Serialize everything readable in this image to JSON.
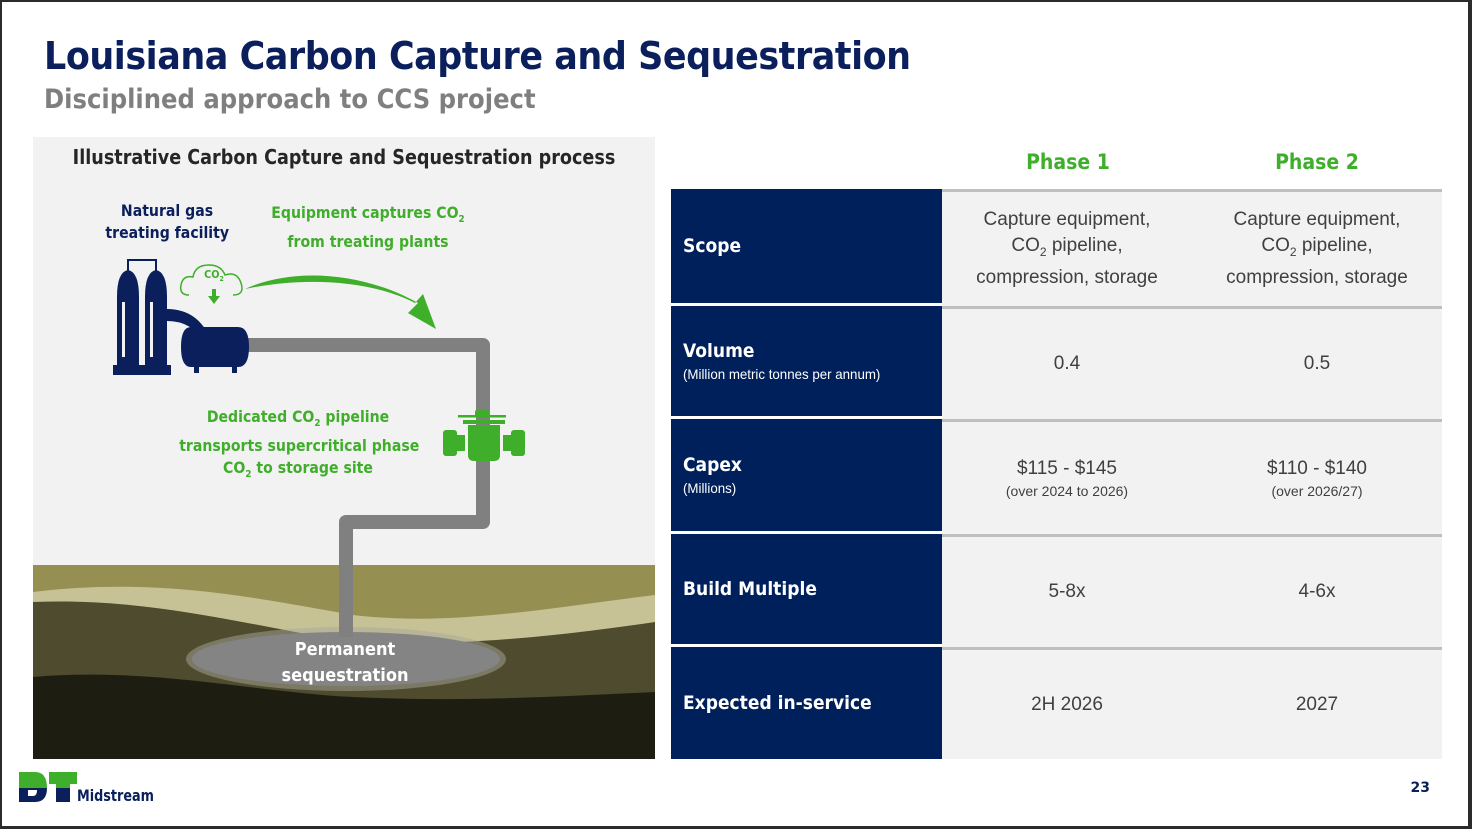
{
  "slide": {
    "title": "Louisiana Carbon Capture and Sequestration",
    "subtitle": "Disciplined approach to CCS project",
    "page_number": "23"
  },
  "illustration": {
    "title": "Illustrative Carbon Capture and Sequestration process",
    "labels": {
      "facility_line1": "Natural gas",
      "facility_line2": "treating facility",
      "capture_line1_pre": "Equipment captures CO",
      "capture_line1_sub": "2",
      "capture_line2": "from treating plants",
      "cloud_text": "CO",
      "cloud_sub": "2",
      "pipeline_line1_pre": "Dedicated CO",
      "pipeline_line1_sub": "2",
      "pipeline_line1_post": " pipeline",
      "pipeline_line2": "transports supercritical phase",
      "pipeline_line3_pre": "CO",
      "pipeline_line3_sub": "2",
      "pipeline_line3_post": " to storage site",
      "storage_line1": "Permanent",
      "storage_line2": "sequestration"
    },
    "icons": [
      "treating-facility-icon",
      "co2-cloud-icon",
      "capture-arrow-icon",
      "pipeline-valve-icon",
      "storage-reservoir-icon"
    ]
  },
  "table": {
    "columns": [
      "Phase 1",
      "Phase 2"
    ],
    "rows": [
      {
        "label": "Scope",
        "sublabel": "",
        "phase1": {
          "line1": "Capture equipment,",
          "line2_pre": "CO",
          "line2_sub": "2",
          "line2_post": " pipeline,",
          "line3": "compression, storage"
        },
        "phase2": {
          "line1": "Capture equipment,",
          "line2_pre": "CO",
          "line2_sub": "2",
          "line2_post": " pipeline,",
          "line3": "compression, storage"
        }
      },
      {
        "label": "Volume",
        "sublabel": "(Million metric tonnes per annum)",
        "phase1": {
          "value": "0.4"
        },
        "phase2": {
          "value": "0.5"
        }
      },
      {
        "label": "Capex",
        "sublabel": "(Millions)",
        "phase1": {
          "value": "$115 - $145",
          "note": "(over 2024 to 2026)"
        },
        "phase2": {
          "value": "$110 - $140",
          "note": "(over 2026/27)"
        }
      },
      {
        "label": "Build Multiple",
        "sublabel": "",
        "phase1": {
          "value": "5-8x"
        },
        "phase2": {
          "value": "4-6x"
        }
      },
      {
        "label": "Expected in-service",
        "sublabel": "",
        "phase1": {
          "value": "2H 2026"
        },
        "phase2": {
          "value": "2027"
        }
      }
    ]
  },
  "footer": {
    "logo_mark": "DT",
    "logo_text": "Midstream"
  },
  "colors": {
    "navy": "#00205b",
    "green": "#3fae2a",
    "gray_text": "#7f7f7f",
    "cell_bg": "#f2f2f2"
  }
}
